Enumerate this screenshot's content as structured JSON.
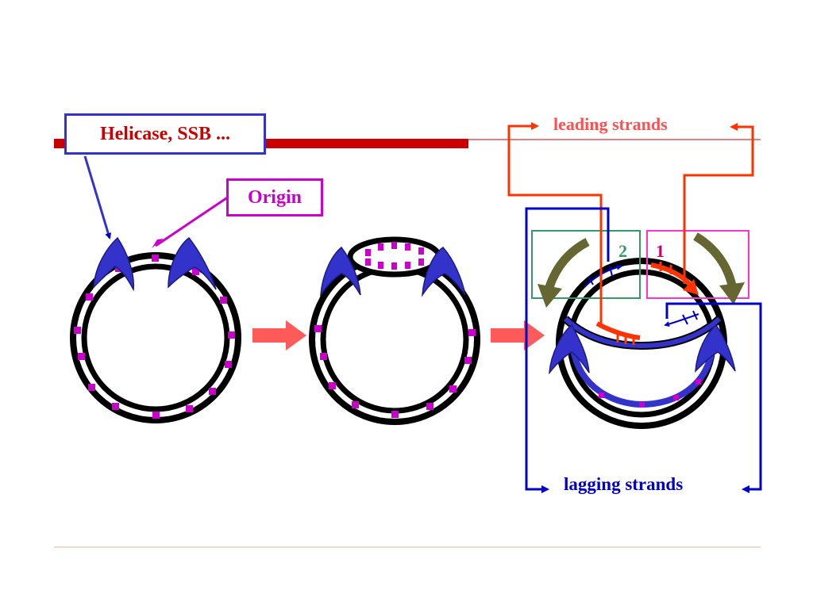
{
  "labels": {
    "helicase": "Helicase,  SSB ...",
    "origin": "Origin",
    "leading_strands": "leading strands",
    "lagging_strands": "lagging strands",
    "fork_2": "2",
    "fork_1": "1"
  },
  "colors": {
    "title_bar": "#cc0000",
    "dna_strand": "#000000",
    "origin_marker": "#cc00cc",
    "helicase": "#3333cc",
    "leading": "#ff3300",
    "lagging": "#0000cc",
    "fork_arrow": "#666633",
    "stage_arrow": "#ff5a5a"
  }
}
